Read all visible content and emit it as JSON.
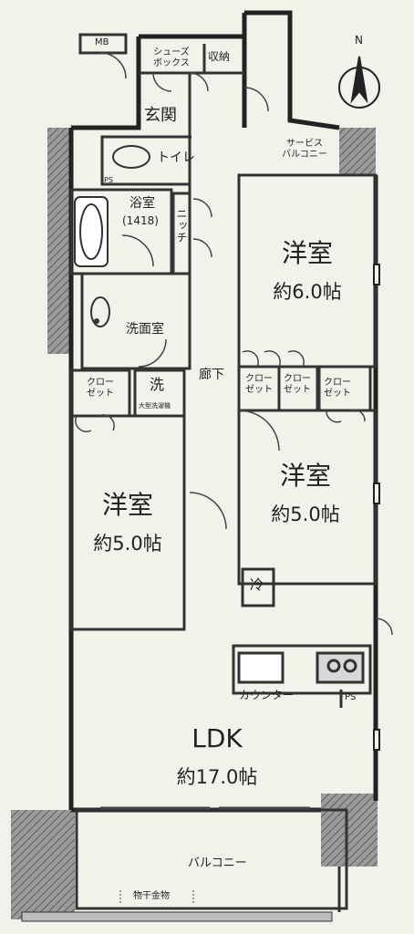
{
  "compass": {
    "north": "N"
  },
  "rooms": {
    "western_room_1": {
      "name": "洋室",
      "size": "約6.0帖"
    },
    "western_room_2": {
      "name": "洋室",
      "size": "約5.0帖"
    },
    "western_room_3": {
      "name": "洋室",
      "size": "約5.0帖"
    },
    "ldk": {
      "name": "LDK",
      "size": "約17.0帖"
    }
  },
  "labels": {
    "mb": "MB",
    "shoes_box_1": "シューズ",
    "shoes_box_2": "ボックス",
    "storage": "収納",
    "entrance": "玄関",
    "service_balcony_1": "サービス",
    "service_balcony_2": "バルコニー",
    "toilet": "トイレ",
    "ps_top": "PS",
    "bathroom": "浴室",
    "bathroom_size": "(1418)",
    "niche": "ニッチ",
    "washroom": "洗面室",
    "closet_1": "クロー",
    "closet_2": "ゼット",
    "laundry": "洗",
    "laundry_note": "大型洗濯機",
    "corridor": "廊下",
    "fridge": "冷",
    "counter": "カウンター",
    "ps_kitchen": "PS",
    "balcony": "バルコニー",
    "drying_hardware": "物干金物"
  }
}
